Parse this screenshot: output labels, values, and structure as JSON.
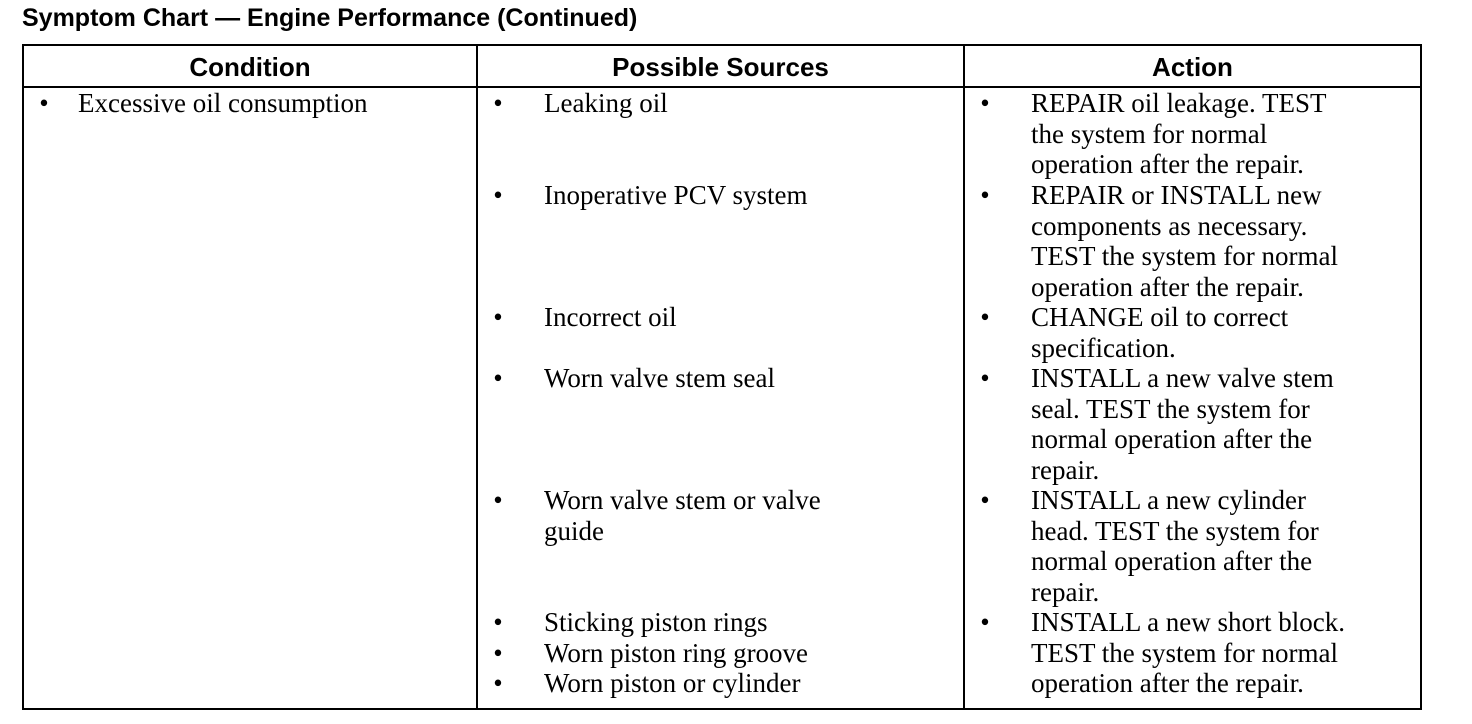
{
  "title": "Symptom Chart — Engine Performance (Continued)",
  "table": {
    "headers": [
      "Condition",
      "Possible Sources",
      "Action"
    ],
    "bullet_glyph": "•",
    "condition": "Excessive oil consumption",
    "sources": [
      [
        "Leaking oil"
      ],
      [
        "Inoperative PCV system"
      ],
      [
        "Incorrect oil"
      ],
      [
        "Worn valve stem seal"
      ],
      [
        "Worn valve stem or valve",
        "guide"
      ],
      [
        "Sticking piston rings"
      ],
      [
        "Worn piston ring groove"
      ],
      [
        "Worn piston or cylinder"
      ]
    ],
    "actions": [
      [
        "REPAIR oil leakage. TEST",
        "the system for normal",
        "operation after the repair."
      ],
      [
        "REPAIR or INSTALL new",
        "components as necessary.",
        "TEST the system for normal",
        "operation after the repair."
      ],
      [
        "CHANGE oil to correct",
        "specification."
      ],
      [
        "INSTALL a new valve stem",
        "seal. TEST the system for",
        "normal operation after the",
        "repair."
      ],
      [
        "INSTALL a new cylinder",
        "head. TEST the system for",
        "normal operation after the",
        "repair."
      ],
      [
        "INSTALL a new short block.",
        "TEST the system for normal",
        "operation after the repair."
      ]
    ]
  }
}
